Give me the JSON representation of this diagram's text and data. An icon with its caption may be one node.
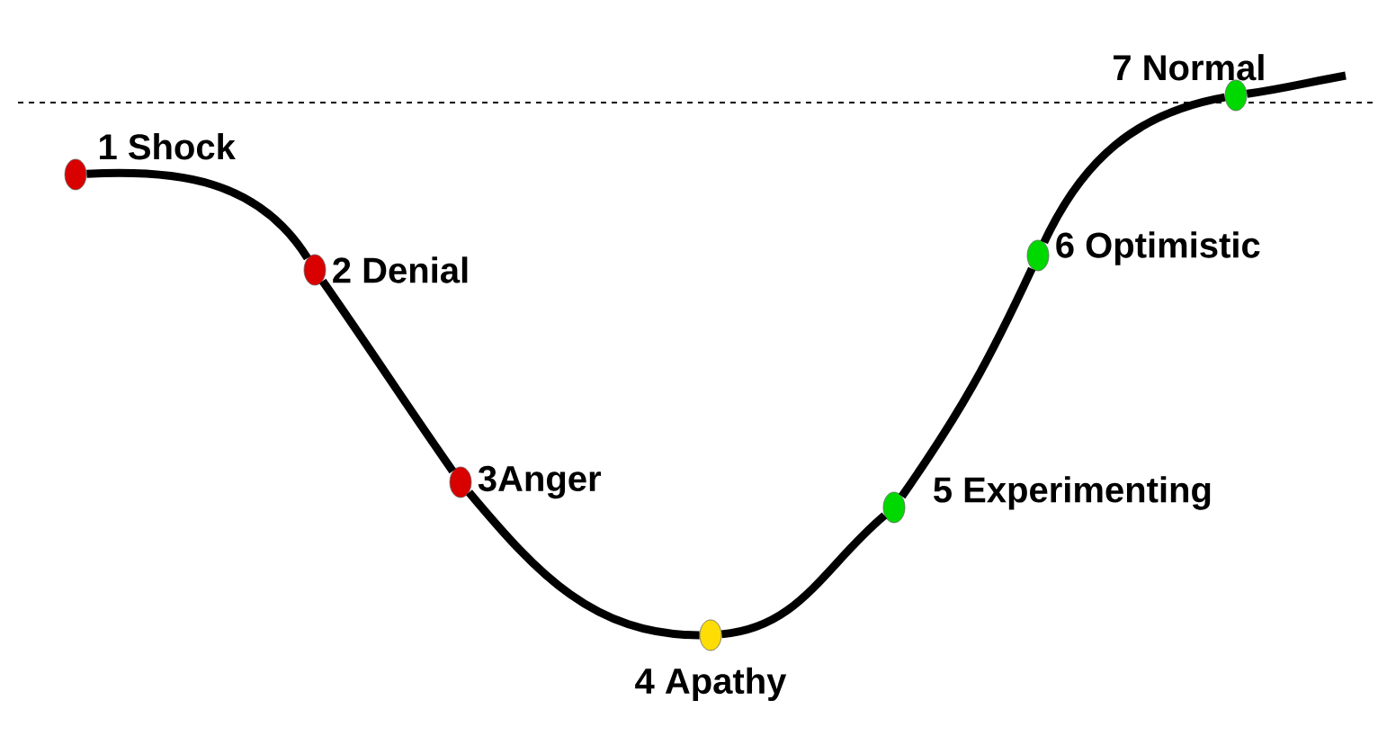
{
  "diagram": {
    "nodes": [
      {
        "text": [
          "1 Shock"
        ]
      },
      {
        "text": [
          "2 Denial"
        ]
      },
      {
        "text": [
          "3Anger"
        ]
      },
      {
        "text": [
          "4 Apathy"
        ]
      },
      {
        "text": [
          "5 Experimenting"
        ]
      },
      {
        "text": [
          "6 Optimistic"
        ]
      },
      {
        "text": [
          "7 Normal"
        ]
      }
    ],
    "edges": [
      {
        "from": 0,
        "to": 1,
        "arrow": "none"
      },
      {
        "from": 1,
        "to": 2,
        "arrow": "none"
      },
      {
        "from": 2,
        "to": 3,
        "arrow": "none"
      },
      {
        "from": 3,
        "to": 4,
        "arrow": "none"
      },
      {
        "from": 4,
        "to": 5,
        "arrow": "none"
      },
      {
        "from": 5,
        "to": 6,
        "arrow": "none"
      },
      {
        "from": 6,
        "to": null,
        "arrow": "none"
      }
    ]
  }
}
